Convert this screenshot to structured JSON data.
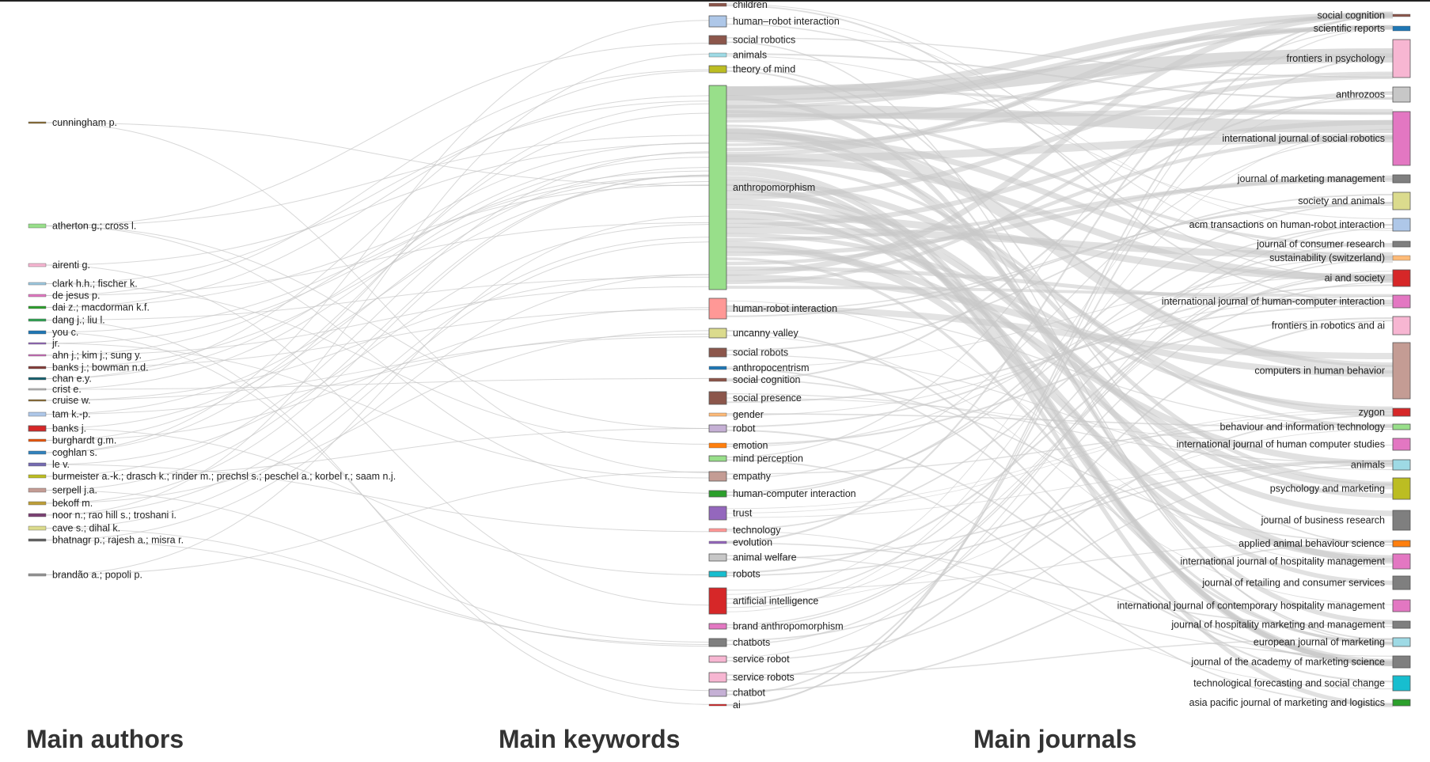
{
  "headings": {
    "authors": "Main authors",
    "keywords": "Main keywords",
    "journals": "Main journals"
  },
  "authors": [
    {
      "name": "cunningham p.",
      "color": "#8c6d31"
    },
    {
      "name": "atherton g.; cross l.",
      "color": "#98df8a"
    },
    {
      "name": "airenti g.",
      "color": "#f7b6d2"
    },
    {
      "name": "clark h.h.; fischer k.",
      "color": "#9ecae1"
    },
    {
      "name": "de jesus p.",
      "color": "#e377c2"
    },
    {
      "name": "dai z.; macdorman k.f.",
      "color": "#2ca02c"
    },
    {
      "name": "dang j.; liu l.",
      "color": "#31a354"
    },
    {
      "name": "you c.",
      "color": "#1f77b4"
    },
    {
      "name": "jr.",
      "color": "#9467bd"
    },
    {
      "name": "ahn j.; kim j.; sung y.",
      "color": "#ce6dbd"
    },
    {
      "name": "banks j.; bowman n.d.",
      "color": "#843c39"
    },
    {
      "name": "chan e.y.",
      "color": "#17606e"
    },
    {
      "name": "crist e.",
      "color": "#bdbdbd"
    },
    {
      "name": "cruise w.",
      "color": "#8c6d31"
    },
    {
      "name": "tam k.-p.",
      "color": "#aec7e8"
    },
    {
      "name": "banks j.",
      "color": "#d62728"
    },
    {
      "name": "burghardt g.m.",
      "color": "#e6550d"
    },
    {
      "name": "coghlan s.",
      "color": "#3182bd"
    },
    {
      "name": "le v.",
      "color": "#756bb1"
    },
    {
      "name": "burmeister a.-k.; drasch k.; rinder m.; prechsl s.; peschel a.; korbel r.; saam n.j.",
      "color": "#bcbd22"
    },
    {
      "name": "serpell j.a.",
      "color": "#c49c94"
    },
    {
      "name": "bekoff m.",
      "color": "#bd9e39"
    },
    {
      "name": "noor n.; rao hill s.; troshani i.",
      "color": "#7b4173"
    },
    {
      "name": "cave s.; dihal k.",
      "color": "#dbdb8d"
    },
    {
      "name": "bhatnagr p.; rajesh a.; misra r.",
      "color": "#636363"
    },
    {
      "name": "brandão a.; popoli p.",
      "color": "#969696"
    }
  ],
  "keywords": [
    {
      "name": "children",
      "color": "#8c564b"
    },
    {
      "name": "human–robot interaction",
      "color": "#aec7e8"
    },
    {
      "name": "social robotics",
      "color": "#8c564b"
    },
    {
      "name": "animals",
      "color": "#9edae5"
    },
    {
      "name": "theory of mind",
      "color": "#bcbd22"
    },
    {
      "name": "anthropomorphism",
      "color": "#98df8a"
    },
    {
      "name": "human-robot interaction",
      "color": "#ff9896"
    },
    {
      "name": "uncanny valley",
      "color": "#dbdb8d"
    },
    {
      "name": "social robots",
      "color": "#8c564b"
    },
    {
      "name": "anthropocentrism",
      "color": "#1f77b4"
    },
    {
      "name": "social cognition",
      "color": "#8c564b"
    },
    {
      "name": "social presence",
      "color": "#8c564b"
    },
    {
      "name": "gender",
      "color": "#ffbb78"
    },
    {
      "name": "robot",
      "color": "#c5b0d5"
    },
    {
      "name": "emotion",
      "color": "#ff7f0e"
    },
    {
      "name": "mind perception",
      "color": "#98df8a"
    },
    {
      "name": "empathy",
      "color": "#c49c94"
    },
    {
      "name": "human-computer interaction",
      "color": "#2ca02c"
    },
    {
      "name": "trust",
      "color": "#9467bd"
    },
    {
      "name": "technology",
      "color": "#ff9896"
    },
    {
      "name": "evolution",
      "color": "#9467bd"
    },
    {
      "name": "animal welfare",
      "color": "#c7c7c7"
    },
    {
      "name": "robots",
      "color": "#17becf"
    },
    {
      "name": "artificial intelligence",
      "color": "#d62728"
    },
    {
      "name": "brand anthropomorphism",
      "color": "#e377c2"
    },
    {
      "name": "chatbots",
      "color": "#7f7f7f"
    },
    {
      "name": "service robot",
      "color": "#f7b6d2"
    },
    {
      "name": "service robots",
      "color": "#f7b6d2"
    },
    {
      "name": "chatbot",
      "color": "#c5b0d5"
    },
    {
      "name": "ai",
      "color": "#d62728"
    }
  ],
  "journals": [
    {
      "name": "social cognition",
      "color": "#8c564b"
    },
    {
      "name": "scientific reports",
      "color": "#1f77b4"
    },
    {
      "name": "frontiers in psychology",
      "color": "#f7b6d2"
    },
    {
      "name": "anthrozoos",
      "color": "#c7c7c7"
    },
    {
      "name": "international journal of social robotics",
      "color": "#e377c2"
    },
    {
      "name": "journal of marketing management",
      "color": "#7f7f7f"
    },
    {
      "name": "society and animals",
      "color": "#dbdb8d"
    },
    {
      "name": "acm transactions on human-robot interaction",
      "color": "#aec7e8"
    },
    {
      "name": "journal of consumer research",
      "color": "#7f7f7f"
    },
    {
      "name": "sustainability (switzerland)",
      "color": "#ffbb78"
    },
    {
      "name": "ai and society",
      "color": "#d62728"
    },
    {
      "name": "international journal of human-computer interaction",
      "color": "#e377c2"
    },
    {
      "name": "frontiers in robotics and ai",
      "color": "#f7b6d2"
    },
    {
      "name": "computers in human behavior",
      "color": "#c49c94"
    },
    {
      "name": "zygon",
      "color": "#d62728"
    },
    {
      "name": "behaviour and information technology",
      "color": "#98df8a"
    },
    {
      "name": "international journal of human computer studies",
      "color": "#e377c2"
    },
    {
      "name": "animals",
      "color": "#9edae5"
    },
    {
      "name": "psychology and marketing",
      "color": "#bcbd22"
    },
    {
      "name": "journal of business research",
      "color": "#7f7f7f"
    },
    {
      "name": "applied animal behaviour science",
      "color": "#ff7f0e"
    },
    {
      "name": "international journal of hospitality management",
      "color": "#e377c2"
    },
    {
      "name": "journal of retailing and consumer services",
      "color": "#7f7f7f"
    },
    {
      "name": "international journal of contemporary hospitality management",
      "color": "#e377c2"
    },
    {
      "name": "journal of hospitality marketing and management",
      "color": "#7f7f7f"
    },
    {
      "name": "european journal of marketing",
      "color": "#9edae5"
    },
    {
      "name": "journal of the academy of marketing science",
      "color": "#7f7f7f"
    },
    {
      "name": "technological forecasting and social change",
      "color": "#17becf"
    },
    {
      "name": "asia pacific journal of marketing and logistics",
      "color": "#2ca02c"
    }
  ]
}
